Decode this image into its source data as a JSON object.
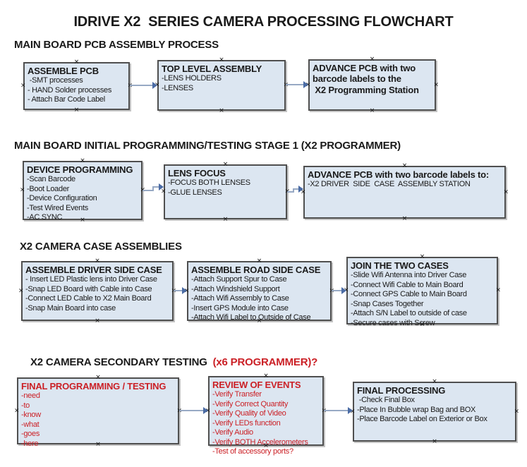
{
  "title": "IDRIVE X2  SERIES CAMERA PROCESSING FLOWCHART",
  "colors": {
    "box_fill": "#dce6f1",
    "box_border": "#4f4f4f",
    "red_text": "#cb2026",
    "arrow_line": "#97a9c4",
    "arrow_head": "#4b6ca5",
    "text": "#1a1a1a"
  },
  "icons": {
    "anchor_handle": "×",
    "arrow_head": "▶"
  },
  "sections": [
    {
      "heading": "MAIN BOARD PCB ASSEMBLY PROCESS",
      "boxes": [
        {
          "title": "ASSEMBLE PCB",
          "lines": [
            " -SMT processes",
            "- HAND Solder processes",
            "- Attach Bar Code Label"
          ]
        },
        {
          "title": "TOP LEVEL ASSEMBLY",
          "lines": [
            "-LENS HOLDERS",
            "-LENSES"
          ]
        },
        {
          "title": "ADVANCE PCB with two",
          "lines": [
            "barcode labels to the",
            " X2 Programming Station"
          ]
        }
      ]
    },
    {
      "heading": "MAIN BOARD INITIAL PROGRAMMING/TESTING STAGE 1 (X2 PROGRAMMER)",
      "boxes": [
        {
          "title": "DEVICE PROGRAMMING",
          "lines": [
            "-Scan Barcode",
            "-Boot Loader",
            "-Device Configuration",
            "-Test Wired Events",
            "-AC SYNC"
          ]
        },
        {
          "title": "LENS FOCUS",
          "lines": [
            "-FOCUS BOTH LENSES",
            "-GLUE LENSES"
          ]
        },
        {
          "title": "ADVANCE PCB with two barcode labels to:",
          "lines": [
            "-X2 DRIVER  SIDE  CASE  ASSEMBLY STATION"
          ]
        }
      ]
    },
    {
      "heading": "X2 CAMERA CASE ASSEMBLIES",
      "boxes": [
        {
          "title": "ASSEMBLE DRIVER SIDE CASE",
          "lines": [
            "- Insert LED Plastic lens into Driver Case",
            "-Snap LED Board with Cable into Case",
            "-Connect LED Cable to X2 Main Board",
            "-Snap Main Board into case"
          ]
        },
        {
          "title": "ASSEMBLE ROAD SIDE CASE",
          "lines": [
            "-Attach Support Spur to Case",
            "-Attach Windshield Support",
            "-Attach Wifi Assembly to Case",
            "-Insert GPS Module into Case",
            "-Attach Wifi Label to Outside of Case"
          ]
        },
        {
          "title": "JOIN THE TWO CASES",
          "lines": [
            "-Slide Wifi Antenna into Driver Case",
            "-Connect Wifi Cable to Main Board",
            "-Connect GPS Cable to Main Board",
            "-Snap Cases Together",
            "-Attach S/N Label to outside of case",
            "-Secure cases with Screw"
          ]
        }
      ]
    },
    {
      "heading": "X2 CAMERA SECONDARY TESTING  ",
      "heading_red": "(x6 PROGRAMMER)?",
      "boxes": [
        {
          "title": "FINAL PROGRAMMING / TESTING",
          "lines": [
            "-need",
            "-to",
            "-know",
            "-what",
            "-goes",
            "-here"
          ]
        },
        {
          "title": "REVIEW OF EVENTS",
          "lines": [
            "-Verify Transfer",
            "-Verify Correct Quantity",
            "-Verify Quality of Video",
            "-Verify LEDs function",
            "-Verify Audio",
            "-Verify BOTH Accelerometers",
            "-Test of accessory ports?"
          ]
        },
        {
          "title": "FINAL PROCESSING",
          "lines": [
            " -Check Final Box",
            "-Place In Bubble wrap Bag and BOX",
            "-Place Barcode Label on Exterior or Box"
          ]
        }
      ]
    }
  ]
}
